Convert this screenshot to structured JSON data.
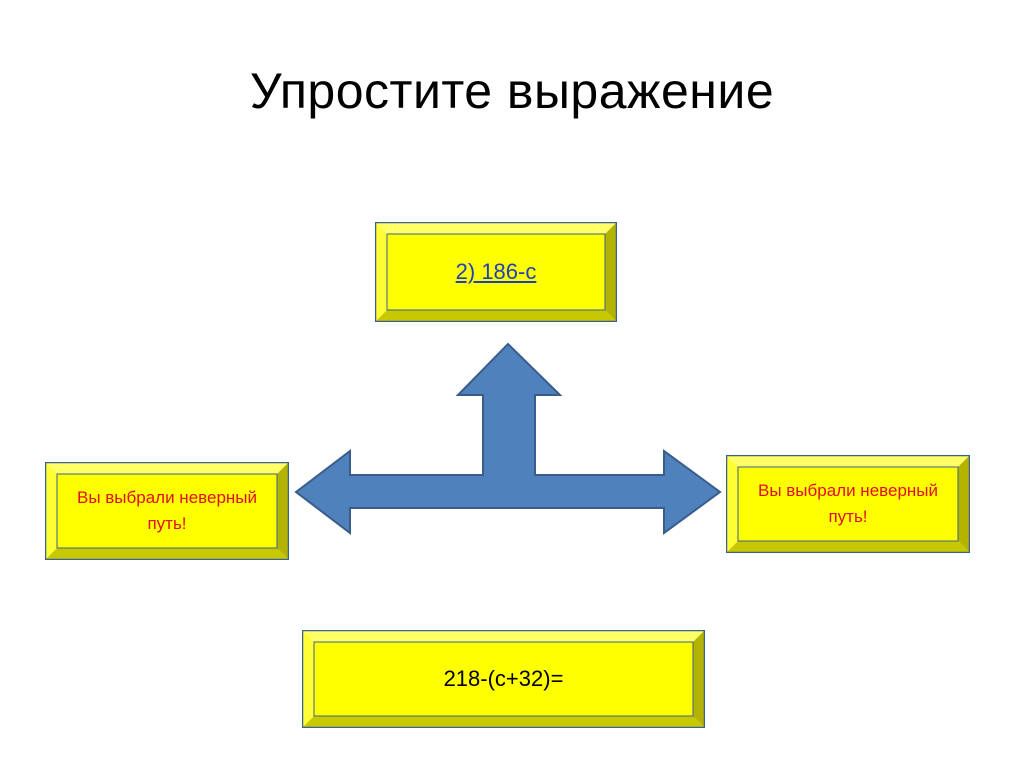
{
  "slide": {
    "title": "Упростите выражение"
  },
  "answers": {
    "top": "2) 186-c",
    "left": "Вы выбрали неверный путь!",
    "right": "Вы выбрали неверный путь!"
  },
  "question": {
    "expression": "218-(c+32)="
  },
  "colors": {
    "button_face": "#ffff00",
    "button_light": "#ffff66",
    "button_dark": "#b3b300",
    "button_border": "#3f5f8f",
    "arrow_fill": "#4f81bd",
    "arrow_stroke": "#385d8a",
    "link": "#1f3fbf",
    "wrong_text": "#e0101a"
  }
}
